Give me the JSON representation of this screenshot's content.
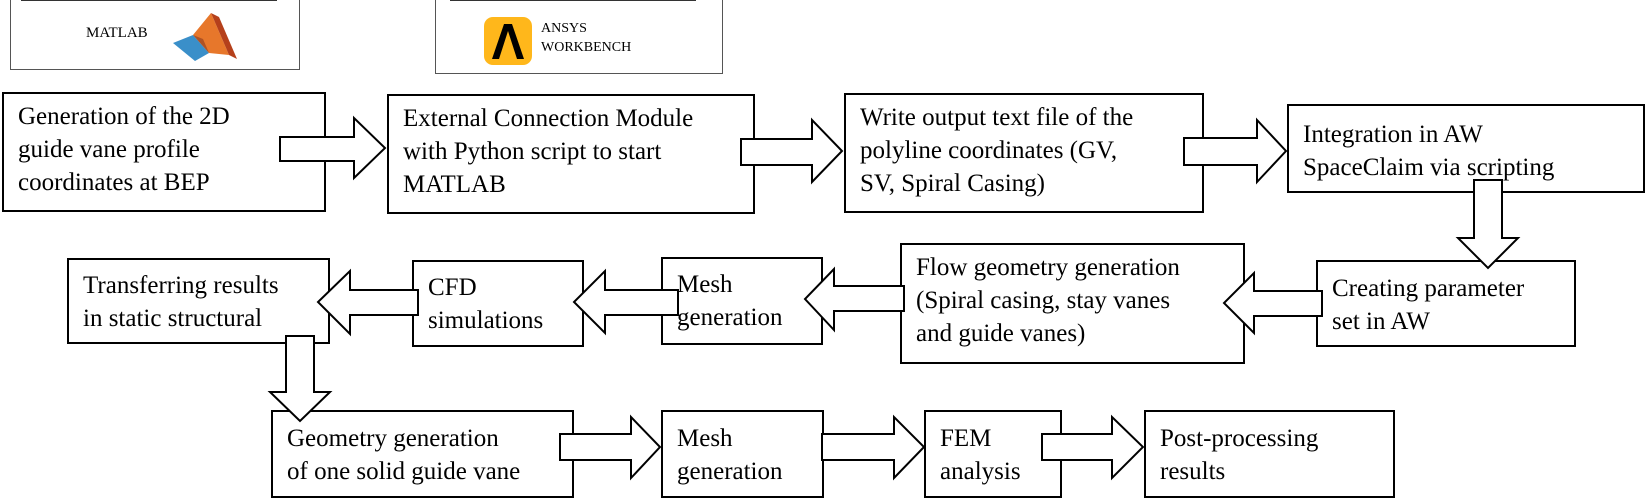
{
  "logos": {
    "matlab": {
      "label": "MATLAB"
    },
    "ansys": {
      "line1": "ANSYS",
      "line2": "WORKBENCH"
    }
  },
  "steps": {
    "generation_2d": "Generation of the 2D\nguide vane profile\ncoordinates at BEP",
    "external_connection": "External Connection Module\nwith Python script to start\nMATLAB",
    "write_output": "Write output text file of the\npolyline coordinates (GV,\nSV, Spiral Casing)",
    "integration_aw": "Integration in AW\nSpaceClaim via scripting",
    "creating_parameter": "Creating parameter\nset in AW",
    "flow_geometry": "Flow geometry generation\n(Spiral casing, stay vanes\nand guide vanes)",
    "mesh_generation_1": "Mesh\ngeneration",
    "cfd_simulations": "CFD\nsimulations",
    "transferring_results": "Transferring results\nin static structural",
    "geometry_solid": "Geometry generation\nof one solid guide vane",
    "mesh_generation_2": "Mesh\ngeneration",
    "fem_analysis": "FEM\nanalysis",
    "post_processing": "Post-processing\nresults"
  }
}
